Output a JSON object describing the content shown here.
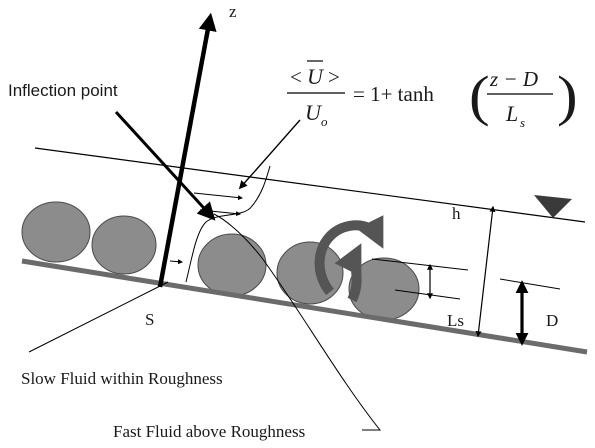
{
  "labels": {
    "z_axis": "z",
    "inflection_point": "Inflection point",
    "h": "h",
    "s": "S",
    "ls": "Ls",
    "d": "D",
    "slow_fluid": "Slow Fluid within Roughness",
    "fast_fluid": "Fast Fluid above Roughness"
  },
  "equation": {
    "numerator_open": "<",
    "numerator_symbol": "U",
    "numerator_close": ">",
    "denominator": "U",
    "denominator_sub": "o",
    "equals_one_plus": "= 1+ tanh",
    "inner_numerator": "z − D",
    "inner_denominator": "L",
    "inner_denominator_sub": "s"
  },
  "colors": {
    "sphere_fill": "#8c8c8c",
    "sphere_stroke": "#4a4a4a",
    "bed_line": "#6b6b6b",
    "line": "#000000",
    "water_marker": "#3a3a3a",
    "vortex": "#555555"
  }
}
